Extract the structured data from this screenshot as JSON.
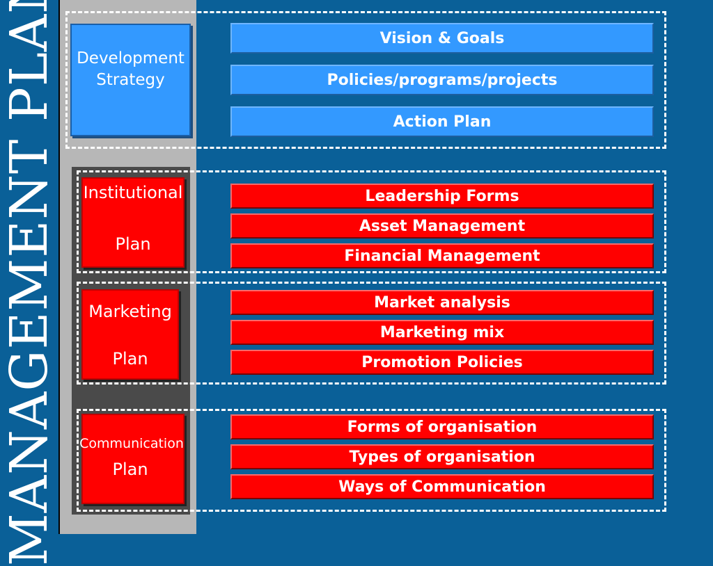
{
  "title": "MANAGEMENT PLAN",
  "development": {
    "label_line1": "Development",
    "label_line2": "Strategy",
    "items": [
      "Vision & Goals",
      "Policies/programs/projects",
      "Action Plan"
    ]
  },
  "institutional": {
    "label_line1": "Institutional",
    "label_line2": "Plan",
    "items": [
      "Leadership Forms",
      "Asset Management",
      "Financial Management"
    ]
  },
  "marketing": {
    "label_line1": "Marketing",
    "label_line2": "Plan",
    "items": [
      "Market analysis",
      "Marketing mix",
      "Promotion Policies"
    ]
  },
  "communication": {
    "label_line1": "Communication",
    "label_line2": "Plan",
    "items": [
      "Forms of organisation",
      "Types of organisation",
      "Ways of Communication"
    ]
  },
  "colors": {
    "background": "#0a6098",
    "blue_box": "#3399ff",
    "red_box": "#ff0000",
    "gray_column": "#b7b7b7"
  }
}
